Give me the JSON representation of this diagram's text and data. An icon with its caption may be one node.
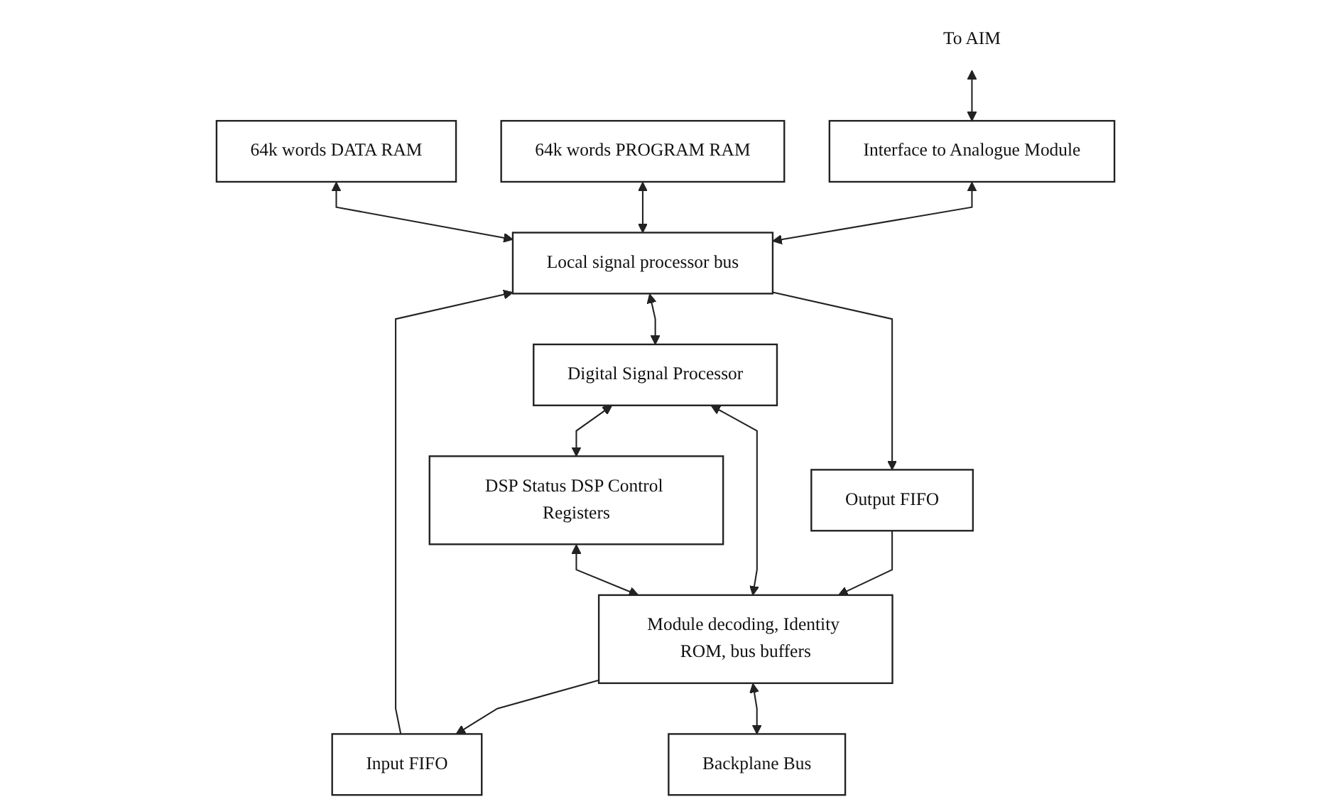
{
  "diagram": {
    "nodes": [
      {
        "text": [
          "To AIM"
        ]
      },
      {
        "text": [
          "Interface to Analogue Module"
        ]
      },
      {
        "text": [
          "64k words PROGRAM RAM"
        ]
      },
      {
        "text": [
          "64k words DATA RAM"
        ]
      },
      {
        "text": [
          "Local signal processor bus"
        ]
      },
      {
        "text": [
          "Input FIFO"
        ]
      },
      {
        "text": [
          "Output FIFO"
        ]
      },
      {
        "text": [
          "Digital Signal Processor"
        ]
      },
      {
        "text": [
          "DSP Status DSP Control Registers"
        ]
      },
      {
        "text": [
          "Module decoding, Identity ROM, bus buffers"
        ]
      },
      {
        "text": [
          "Backplane Bus"
        ]
      }
    ],
    "edges": [
      {
        "from": 0,
        "to": 1,
        "arrow": "both"
      },
      {
        "from": 1,
        "to": 4,
        "arrow": "both"
      },
      {
        "from": 2,
        "to": 4,
        "arrow": "both"
      },
      {
        "from": 3,
        "to": 4,
        "arrow": "both"
      },
      {
        "from": 5,
        "to": 4,
        "arrow": "to"
      },
      {
        "from": 4,
        "to": 6,
        "arrow": "to"
      },
      {
        "from": 4,
        "to": 7,
        "arrow": "both"
      },
      {
        "from": 7,
        "to": 8,
        "arrow": "both"
      },
      {
        "from": 9,
        "to": 5,
        "arrow": "to"
      },
      {
        "from": 6,
        "to": 9,
        "arrow": "to"
      },
      {
        "from": 7,
        "to": 9,
        "arrow": "both"
      },
      {
        "from": 8,
        "to": 9,
        "arrow": "both"
      },
      {
        "from": 9,
        "to": 10,
        "arrow": "both"
      }
    ]
  }
}
